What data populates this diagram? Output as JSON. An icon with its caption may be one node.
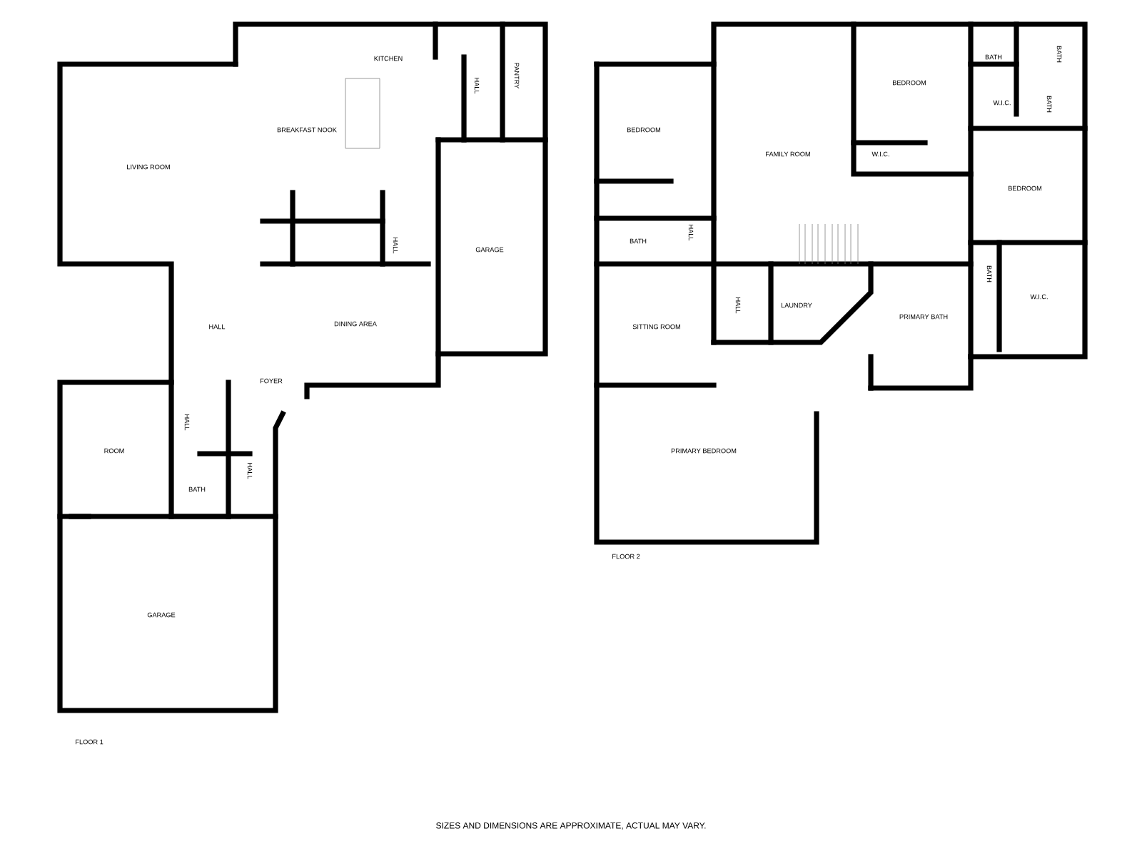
{
  "diagram": {
    "labels": [
      "KITCHEN",
      "BREAKFAST NOOK",
      "HALL",
      "PANTRY",
      "LIVING ROOM",
      "GARAGE",
      "HALL",
      "HALL",
      "DINING AREA",
      "FOYER",
      "HALL",
      "ROOM",
      "HALL",
      "BATH",
      "GARAGE",
      "FLOOR 1",
      "BATH",
      "BATH",
      "BEDROOM",
      "BEDROOM",
      "W.I.C.",
      "BATH",
      "FAMILY ROOM",
      "W.I.C.",
      "BEDROOM",
      "BATH",
      "HALL",
      "W.I.C.",
      "BATH",
      "LAUNDRY",
      "HALL",
      "PRIMARY BATH",
      "SITTING ROOM",
      "PRIMARY BEDROOM",
      "FLOOR 2",
      "SIZES AND DIMENSIONS ARE APPROXIMATE, ACTUAL MAY VARY."
    ]
  }
}
